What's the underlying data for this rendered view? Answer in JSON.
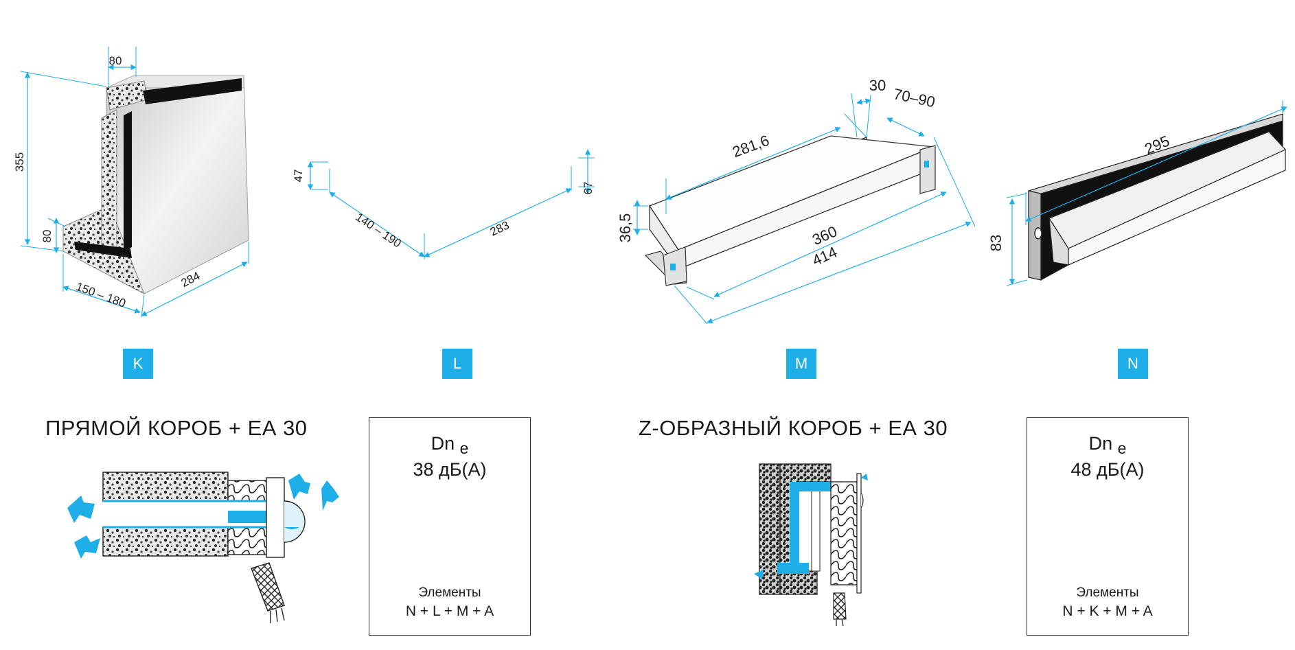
{
  "colors": {
    "accent": "#1eaee8",
    "dimension_line": "#1eaee8",
    "outline": "#333333",
    "insulation": "#2b2b2b"
  },
  "components": [
    {
      "tag": "K",
      "dimensions": [
        "80",
        "355",
        "80",
        "150 – 180",
        "284"
      ]
    },
    {
      "tag": "L",
      "dimensions": [
        "47",
        "140 – 190",
        "283",
        "67"
      ]
    },
    {
      "tag": "M",
      "dimensions": [
        "30",
        "70–90",
        "281,6",
        "36,5",
        "360",
        "414"
      ]
    },
    {
      "tag": "N",
      "dimensions": [
        "295",
        "83"
      ]
    }
  ],
  "assemblies": [
    {
      "title": "ПРЯМОЙ КОРОБ + ЕА 30",
      "label": "Dn",
      "label_sub": "e",
      "value": "38 дБ(А)",
      "caption": "Элементы",
      "formula": "N + L + M + A"
    },
    {
      "title": "Z-ОБРАЗНЫЙ  КОРОБ + ЕА 30",
      "label": "Dn",
      "label_sub": "e",
      "value": "48 дБ(А)",
      "caption": "Элементы",
      "formula": "N + K + M + A"
    }
  ]
}
